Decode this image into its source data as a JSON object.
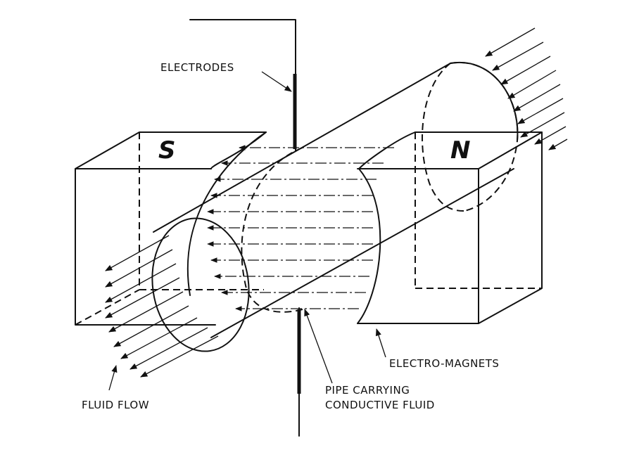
{
  "labels": {
    "electrodes": "ELECTRODES",
    "south_pole": "S",
    "north_pole": "N",
    "electro_magnets": "ELECTRO-MAGNETS",
    "pipe_line1": "PIPE CARRYING",
    "pipe_line2": "CONDUCTIVE FLUID",
    "fluid_flow": "FLUID FLOW"
  },
  "icons": {
    "field_arrow": "arrow-left-icon",
    "flow_arrow": "arrow-down-left-icon"
  }
}
